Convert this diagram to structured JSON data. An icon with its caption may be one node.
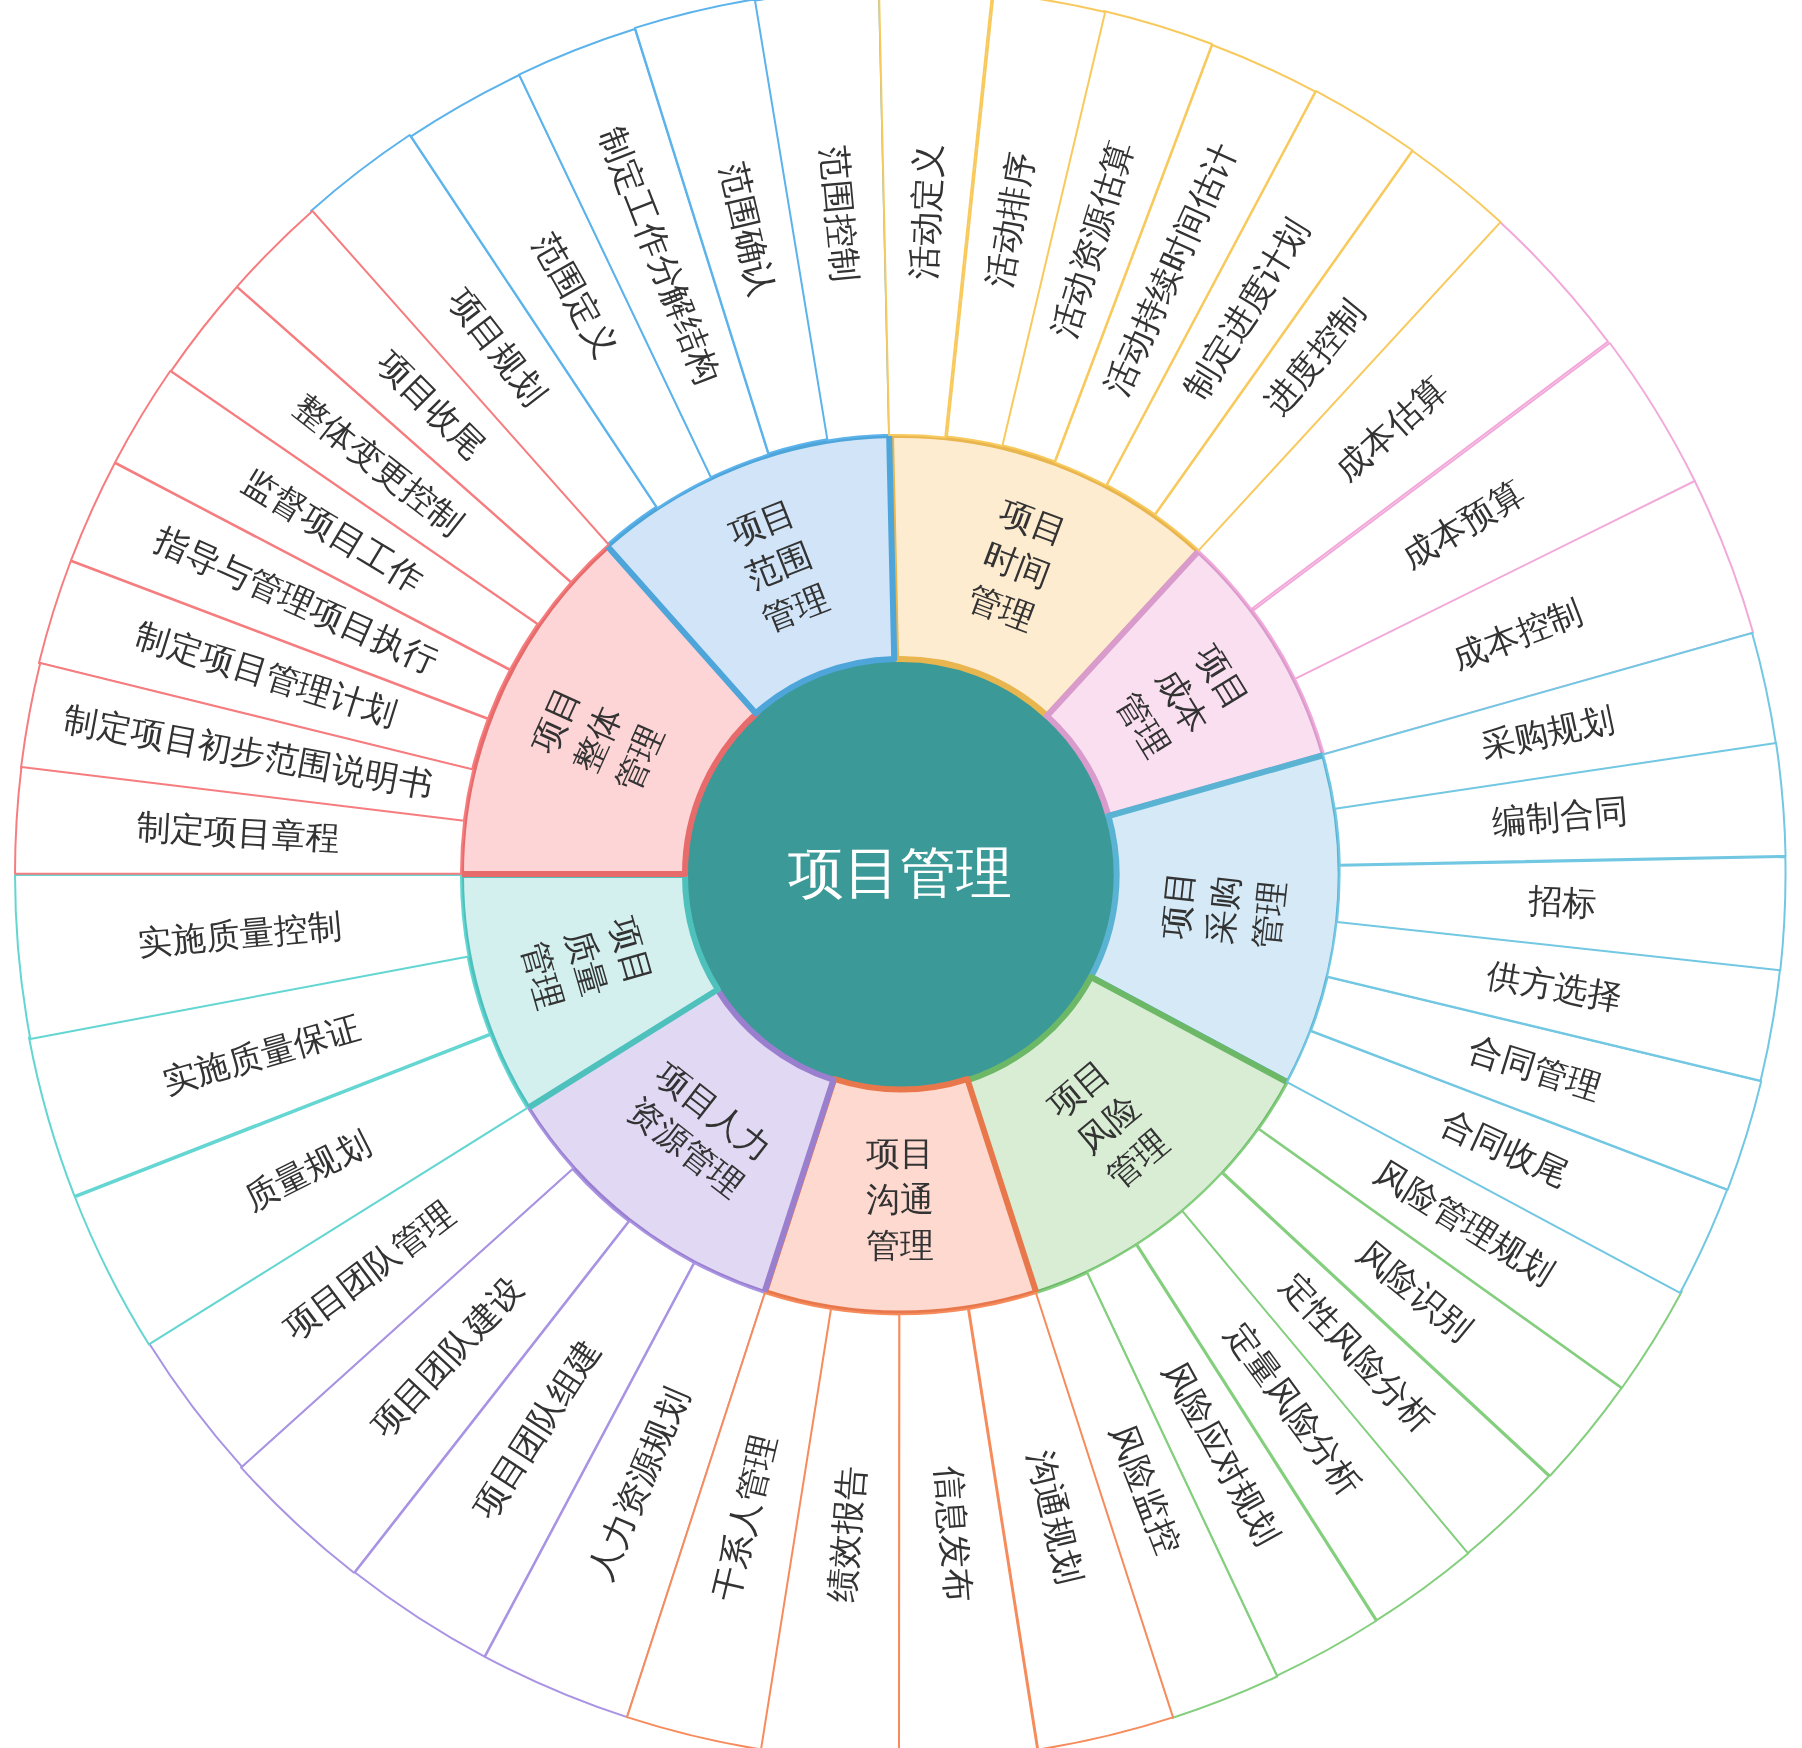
{
  "diagram": {
    "nodes": [
      {
        "text": [
          "项目管理"
        ]
      },
      {
        "text": [
          "项目时间管理"
        ]
      },
      {
        "text": [
          "活动定义"
        ]
      },
      {
        "text": [
          "活动排序"
        ]
      },
      {
        "text": [
          "活动资源估算"
        ]
      },
      {
        "text": [
          "活动持续时间估计"
        ]
      },
      {
        "text": [
          "制定进度计划"
        ]
      },
      {
        "text": [
          "进度控制"
        ]
      },
      {
        "text": [
          "项目成本管理"
        ]
      },
      {
        "text": [
          "成本估算"
        ]
      },
      {
        "text": [
          "成本预算"
        ]
      },
      {
        "text": [
          "成本控制"
        ]
      },
      {
        "text": [
          "项目采购管理"
        ]
      },
      {
        "text": [
          "采购规划"
        ]
      },
      {
        "text": [
          "编制合同"
        ]
      },
      {
        "text": [
          "招标"
        ]
      },
      {
        "text": [
          "供方选择"
        ]
      },
      {
        "text": [
          "合同管理"
        ]
      },
      {
        "text": [
          "合同收尾"
        ]
      },
      {
        "text": [
          "项目风险管理"
        ]
      },
      {
        "text": [
          "风险管理规划"
        ]
      },
      {
        "text": [
          "风险识别"
        ]
      },
      {
        "text": [
          "定性风险分析"
        ]
      },
      {
        "text": [
          "定量风险分析"
        ]
      },
      {
        "text": [
          "风险应对规划"
        ]
      },
      {
        "text": [
          "风险监控"
        ]
      },
      {
        "text": [
          "项目沟通管理"
        ]
      },
      {
        "text": [
          "沟通规划"
        ]
      },
      {
        "text": [
          "信息发布"
        ]
      },
      {
        "text": [
          "绩效报告"
        ]
      },
      {
        "text": [
          "干系人管理"
        ]
      },
      {
        "text": [
          "项目人力资源管理"
        ]
      },
      {
        "text": [
          "人力资源规划"
        ]
      },
      {
        "text": [
          "项目团队组建"
        ]
      },
      {
        "text": [
          "项目团队建设"
        ]
      },
      {
        "text": [
          "项目团队管理"
        ]
      },
      {
        "text": [
          "项目质量管理"
        ]
      },
      {
        "text": [
          "质量规划"
        ]
      },
      {
        "text": [
          "实施质量保证"
        ]
      },
      {
        "text": [
          "实施质量控制"
        ]
      },
      {
        "text": [
          "项目整体管理"
        ]
      },
      {
        "text": [
          "制定项目章程"
        ]
      },
      {
        "text": [
          "制定项目初步范围说明书"
        ]
      },
      {
        "text": [
          "制定项目管理计划"
        ]
      },
      {
        "text": [
          "指导与管理项目执行"
        ]
      },
      {
        "text": [
          "监督项目工作"
        ]
      },
      {
        "text": [
          "整体变更控制"
        ]
      },
      {
        "text": [
          "项目收尾"
        ]
      },
      {
        "text": [
          "项目范围管理"
        ]
      },
      {
        "text": [
          "项目规划"
        ]
      },
      {
        "text": [
          "范围定义"
        ]
      },
      {
        "text": [
          "制定工作分解结构"
        ]
      },
      {
        "text": [
          "范围确认"
        ]
      },
      {
        "text": [
          "范围控制"
        ]
      }
    ]
  }
}
